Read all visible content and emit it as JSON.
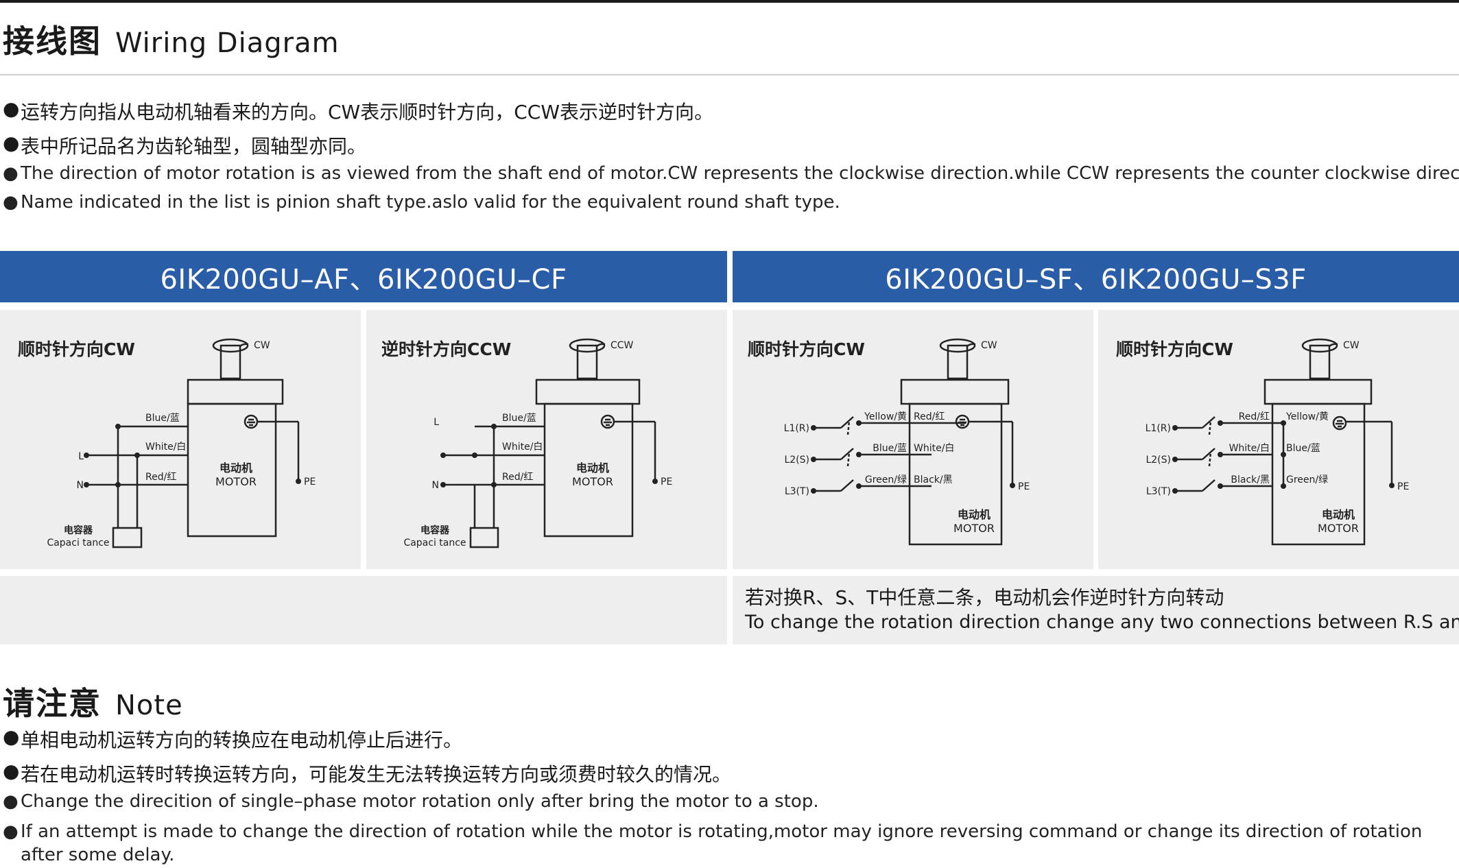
{
  "wiring": {
    "title_cn": "接线图",
    "title_en": "Wiring Diagram",
    "notes": [
      "运转方向指从电动机轴看来的方向。CW表示顺时针方向，CCW表示逆时针方向。",
      "表中所记品名为齿轮轴型，圆轴型亦同。",
      "The direction of motor rotation is as viewed from the shaft end of motor.CW represents the clockwise direction.while CCW represents the counter clockwise direction.",
      "Name indicated in the list is pinion shaft type.aslo valid for the equivalent round shaft type."
    ]
  },
  "headers": {
    "left": "6IK200GU–AF、6IK200GU–CF",
    "right": "6IK200GU–SF、6IK200GU–S3F"
  },
  "labels": {
    "motor_cn": "电动机",
    "motor_en": "MOTOR",
    "capacitor_cn": "电容器",
    "capacitor_en": "Capaci tance",
    "pe": "PE",
    "cw": "CW",
    "ccw": "CCW",
    "L": "L",
    "N": "N",
    "L1": "L1(R)",
    "L2": "L2(S)",
    "L3": "L3(T)"
  },
  "panels": [
    {
      "title": "顺时针方向CW",
      "dir": "cw",
      "wires": [
        "Blue/蓝",
        "White/白",
        "Red/红"
      ]
    },
    {
      "title": "逆时针方向CCW",
      "dir": "ccw",
      "wires": [
        "Blue/蓝",
        "White/白",
        "Red/红"
      ]
    },
    {
      "title": "顺时针方向CW",
      "dir": "cw",
      "wires_left": [
        "Yellow/黄",
        "Blue/蓝",
        "Green/绿"
      ],
      "wires_right": [
        "Red/红",
        "White/白",
        "Black/黑"
      ]
    },
    {
      "title": "顺时针方向CW",
      "dir": "cw",
      "wires_left": [
        "Red/红",
        "White/白",
        "Black/黑"
      ],
      "wires_right": [
        "Yellow/黄",
        "Blue/蓝",
        "Green/绿"
      ]
    }
  ],
  "swap_note": {
    "cn": "若对换R、S、T中任意二条，电动机会作逆时针方向转动",
    "en": "To change the rotation direction change any two connections between R.S and T."
  },
  "note": {
    "title_cn": "请注意",
    "title_en": "Note",
    "items": [
      "单相电动机运转方向的转换应在电动机停止后进行。",
      "若在电动机运转时转换运转方向，可能发生无法转换运转方向或须费时较久的情况。",
      "Change the direcition of single–phase motor rotation only after bring the motor to a stop.",
      "If an attempt is made to change the direction of rotation while the motor is rotating,motor may ignore reversing command or change its direction of rotation after some delay."
    ]
  }
}
